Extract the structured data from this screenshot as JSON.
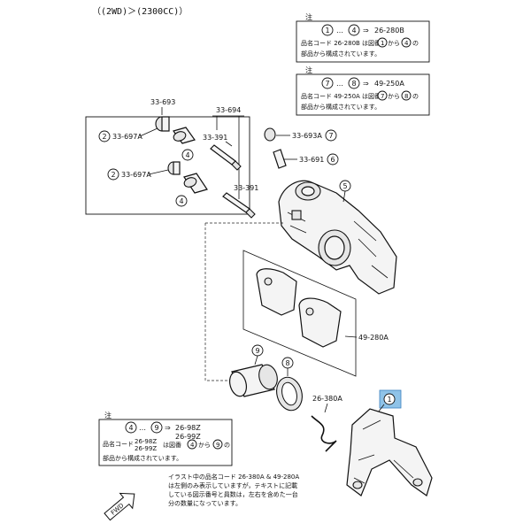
{
  "header": "（(2WD)＞(2300CC)）",
  "note1": {
    "title": "注",
    "range_from": "1",
    "range_to": "4",
    "code": "26-280B",
    "line2": "品名コード 26-280B は図番",
    "line2_from": "1",
    "line2_mid": "から",
    "line2_to": "4",
    "line2_end": "の",
    "line3": "部品から構成されています。"
  },
  "note2": {
    "title": "注",
    "range_from": "7",
    "range_to": "8",
    "code": "49-250A",
    "line2": "品名コード 49-250A は図番",
    "line2_from": "7",
    "line2_mid": "から",
    "line2_to": "8",
    "line2_end": "の",
    "line3": "部品から構成されています。"
  },
  "note3": {
    "title": "注",
    "range_from": "4",
    "range_to": "9",
    "code_a": "26-98Z",
    "code_b": "26-99Z",
    "line2a": "品名コード",
    "line2b": "26-98Z",
    "line2c": "26-99Z",
    "line2d": "は図番",
    "line2_from": "4",
    "line2_mid": "から",
    "line2_to": "9",
    "line2_end": "の",
    "line3": "部品から構成されています。"
  },
  "footnote": [
    "イラスト中の品名コード 26-380A & 49-280A",
    "は左側のみ表示していますが，テキストに記載",
    "している図示番号と員数は，左右を含めた一台",
    "分の数量になっています。"
  ],
  "callouts": {
    "c1": "1",
    "c2a": "2",
    "c2b": "2",
    "c4a": "4",
    "c4b": "4",
    "c5": "5",
    "c6": "6",
    "c7": "7",
    "c8": "8",
    "c9": "9"
  },
  "part_labels": {
    "p33693": "33-693",
    "p33694": "33-694",
    "p33697a_1": "33-697A",
    "p33697a_2": "33-697A",
    "p33391_1": "33-391",
    "p33391_2": "33-391",
    "p33693a": "33-693A",
    "p33691": "33-691",
    "p49280a": "49-280A",
    "p26380a": "26-380A"
  },
  "arrow_label": "FWD",
  "colors": {
    "highlight": "#8fc3e8"
  }
}
